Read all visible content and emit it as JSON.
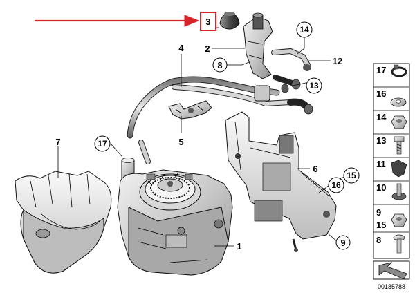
{
  "diagram": {
    "callouts": [
      {
        "id": "c1",
        "label": "1"
      },
      {
        "id": "c2",
        "label": "2"
      },
      {
        "id": "c3",
        "label": "3"
      },
      {
        "id": "c4",
        "label": "4"
      },
      {
        "id": "c5",
        "label": "5"
      },
      {
        "id": "c6",
        "label": "6"
      },
      {
        "id": "c7",
        "label": "7"
      },
      {
        "id": "c8",
        "label": "8"
      },
      {
        "id": "c9",
        "label": "9"
      },
      {
        "id": "c12",
        "label": "12"
      },
      {
        "id": "c13",
        "label": "13"
      },
      {
        "id": "c14",
        "label": "14"
      },
      {
        "id": "c15",
        "label": "15"
      },
      {
        "id": "c16",
        "label": "16"
      },
      {
        "id": "c17",
        "label": "17"
      }
    ],
    "legend": [
      "17",
      "16",
      "14",
      "13",
      "11",
      "10",
      "9",
      "15",
      "8"
    ],
    "drawing_number": "00185788",
    "highlight_color": "#d9232a",
    "line_color": "#000000"
  }
}
